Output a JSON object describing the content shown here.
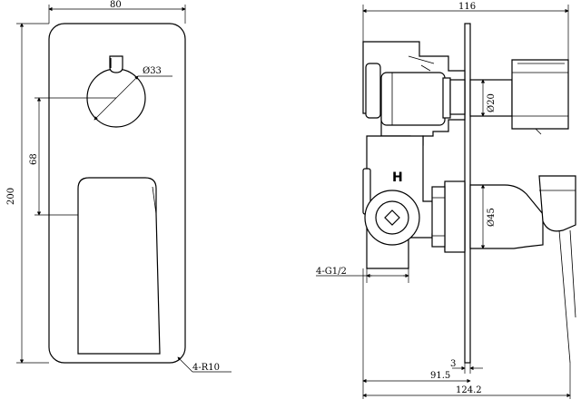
{
  "front_view": {
    "width_label": "80",
    "height_label": "200",
    "spacing_label": "68",
    "knob_dia_label": "Ø33",
    "corner_label": "4-R10"
  },
  "side_view": {
    "depth_label": "116",
    "thread_label": "4-G1/2",
    "spindle_dia_label": "Ø20",
    "body_dia_label": "Ø45",
    "plate_label": "3",
    "offset_label": "91.5",
    "total_label": "124.2",
    "hot_mark": "H"
  }
}
